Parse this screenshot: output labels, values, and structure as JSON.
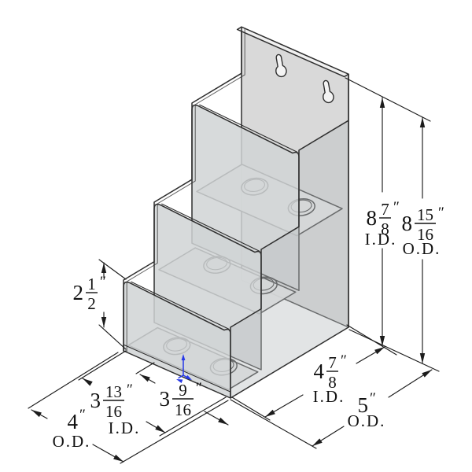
{
  "drawing": {
    "description": "Isometric technical line drawing of a 3-tier stepped acrylic brochure holder with wall-mount keyhole slots, two round holes in each shelf, and fractional inch dimension annotations",
    "tiers": 3,
    "keyhole_slots": 2,
    "holes_per_shelf": 2,
    "line_color": "#2f2f2f",
    "face_color": "#d4d7d9",
    "floor_color": "#eaeaea",
    "origin_marker_color": "#2638e8",
    "background_color": "#ffffff"
  },
  "dimensions": {
    "height_id": {
      "whole": "8",
      "num": "7",
      "den": "8",
      "unit": "″",
      "suffix": "I.D.",
      "label": "8 7/8″ I.D."
    },
    "height_od": {
      "whole": "8",
      "num": "15",
      "den": "16",
      "unit": "″",
      "suffix": "O.D.",
      "label": "8 15/16″ O.D."
    },
    "lip_height": {
      "whole": "2",
      "num": "1",
      "den": "2",
      "unit": "″",
      "suffix": "",
      "label": "2 1/2″"
    },
    "width_id": {
      "whole": "3",
      "num": "13",
      "den": "16",
      "unit": "″",
      "suffix": "I.D.",
      "label": "3 13/16″ I.D."
    },
    "width_pocket": {
      "whole": "3",
      "num": "9",
      "den": "16",
      "unit": "″",
      "suffix": "",
      "label": "3 9/16″"
    },
    "width_od": {
      "whole": "4",
      "num": "",
      "den": "",
      "unit": "″",
      "suffix": "O.D.",
      "label": "4″ O.D."
    },
    "depth_id": {
      "whole": "4",
      "num": "7",
      "den": "8",
      "unit": "″",
      "suffix": "I.D.",
      "label": "4 7/8″ I.D."
    },
    "depth_od": {
      "whole": "5",
      "num": "",
      "den": "",
      "unit": "″",
      "suffix": "O.D.",
      "label": "5″ O.D."
    }
  }
}
